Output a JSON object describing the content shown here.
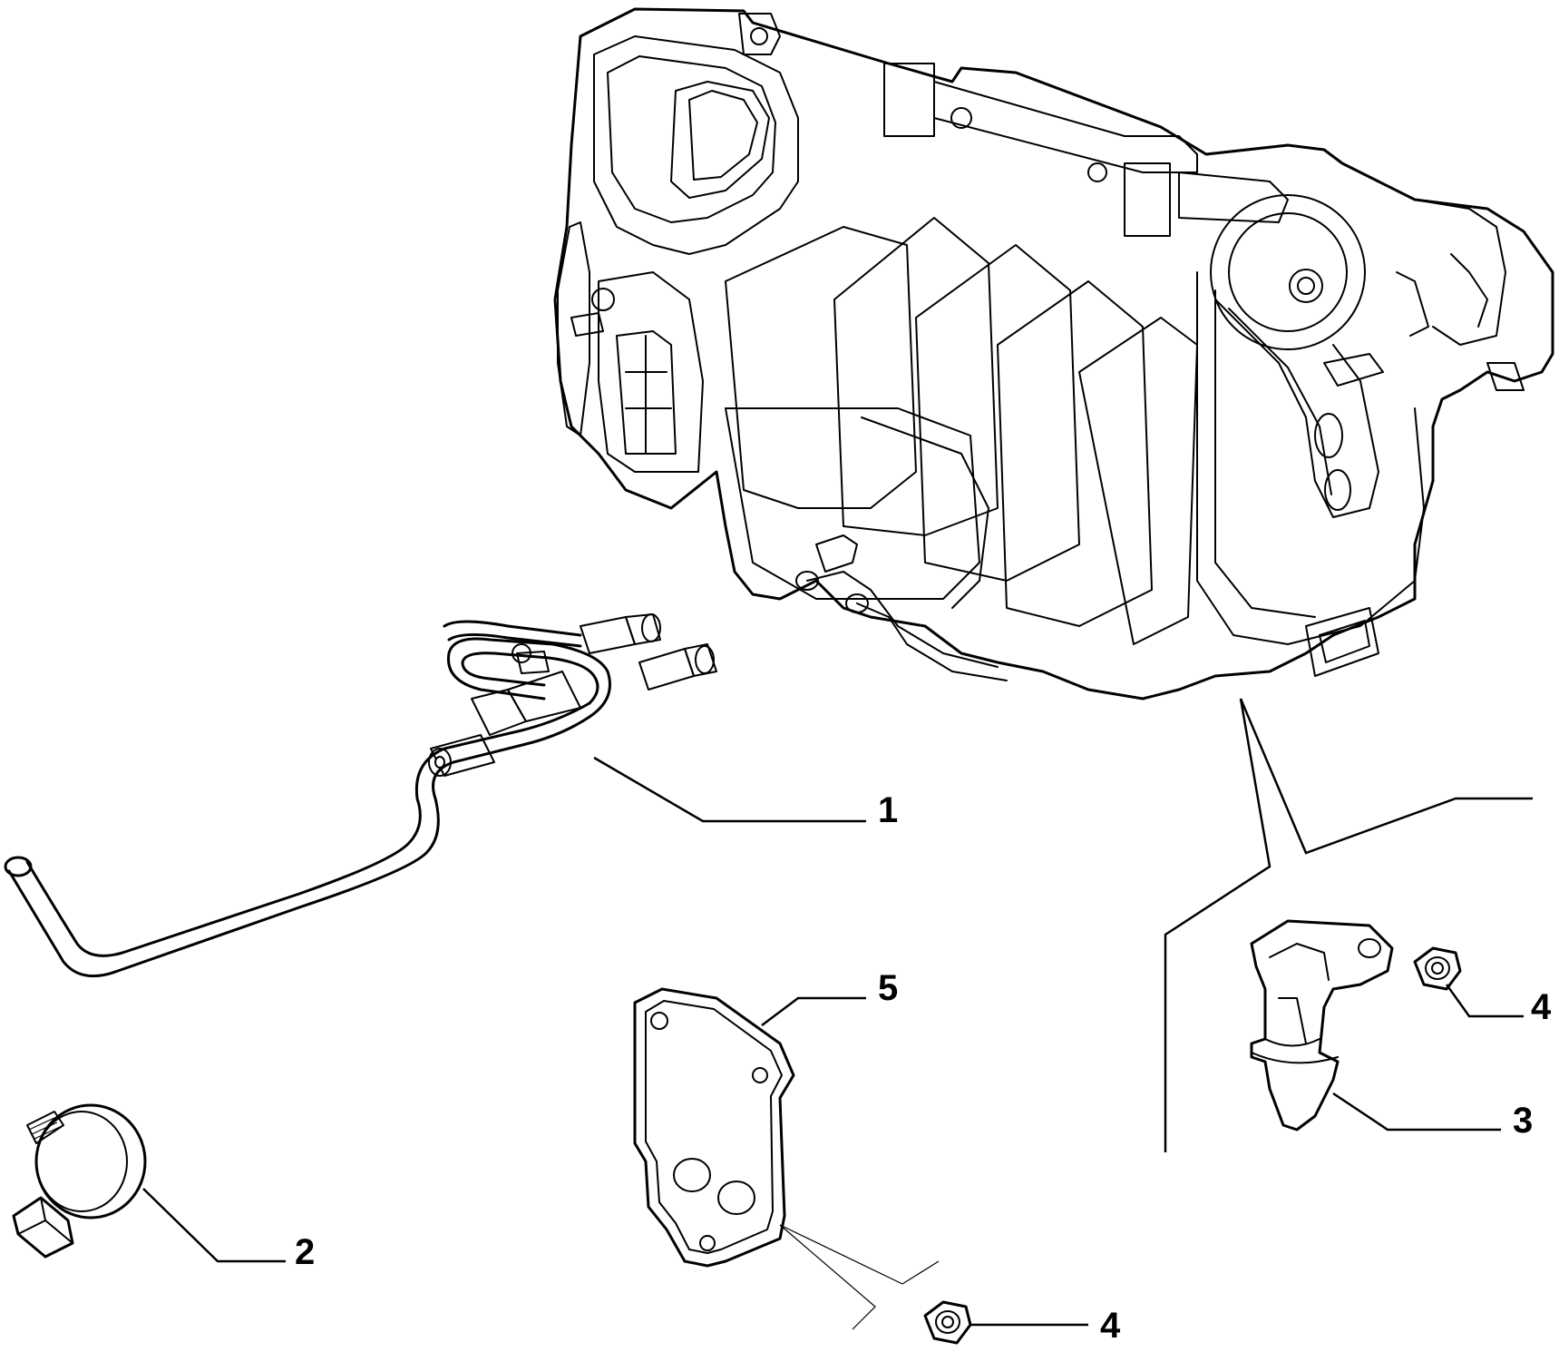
{
  "callouts": {
    "c1": "1",
    "c2": "2",
    "c3": "3",
    "c4a": "4",
    "c4b": "4",
    "c5": "5"
  },
  "parts": {
    "heater_unit": "heater-housing",
    "hose_assembly": "heater-hose-assembly",
    "hose_clamp": "hose-clamp",
    "drain_elbow": "drain-elbow",
    "nut": "hex-nut",
    "gasket_plate": "gasket-plate"
  }
}
